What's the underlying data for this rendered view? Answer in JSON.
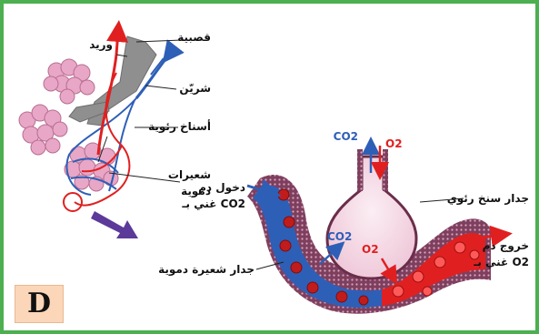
{
  "panel_letter": "D",
  "colors": {
    "frame": "#4caf50",
    "vein": "#e02020",
    "artery": "#2e5fb7",
    "trachea": "#8f8f8f",
    "alveoli": "#e8a7c6",
    "alveolar_sac": "#f6dbe6",
    "arrow": "#5b3a9a",
    "panel_bg": "#fcd6b8"
  },
  "labels": {
    "trachea": "قصبية",
    "vein": "وريد",
    "artery": "شريّن",
    "alveolar_sacs": "أسناخ رئوية",
    "capillaries_line1": "شعيرات",
    "capillaries_line2": "دموية",
    "inflow_line1": "دخول دم",
    "inflow_line2": "غني بـ CO2",
    "alveolar_wall": "جدار سنخ رئوي",
    "outflow_line1": "خروج دم",
    "outflow_line2": "غني بـ O2",
    "capillary_wall": "جدار شعيرة دموية",
    "co2_top": "CO2",
    "o2_top": "O2",
    "co2_inner": "CO2",
    "o2_inner": "O2"
  }
}
